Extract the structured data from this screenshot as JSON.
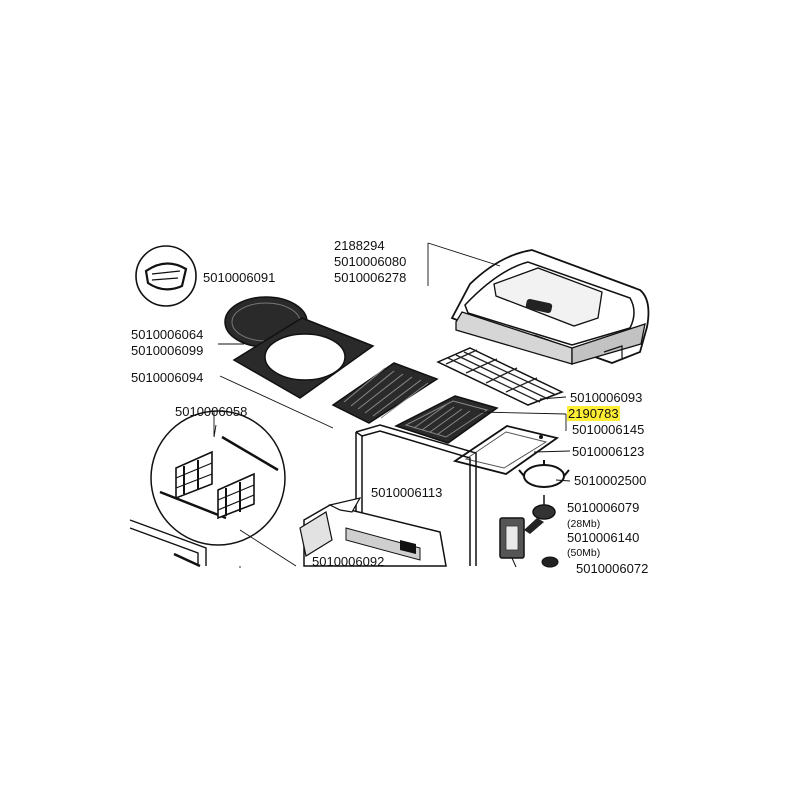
{
  "parts": {
    "lid": [
      "2188294",
      "5010006080",
      "5010006278"
    ],
    "lid_badge": "5010006091",
    "round_grill": [
      "5010006064",
      "5010006099"
    ],
    "large_grate": "5010006094",
    "hardware_kit": "5010006058",
    "warming_rack": "5010006093",
    "grill_grate": "2190783",
    "grate_extra": "5010006145",
    "griddle_plate": "5010006123",
    "burner_ring": "5010002500",
    "regulator_28": "5010006079",
    "regulator_28_note": "(28Mb)",
    "regulator_50": "5010006140",
    "regulator_50_note": "(50Mb)",
    "frame": "5010006113",
    "body": "5010006092",
    "cut_off": "5010006072"
  },
  "highlight_color": "#ffee33"
}
